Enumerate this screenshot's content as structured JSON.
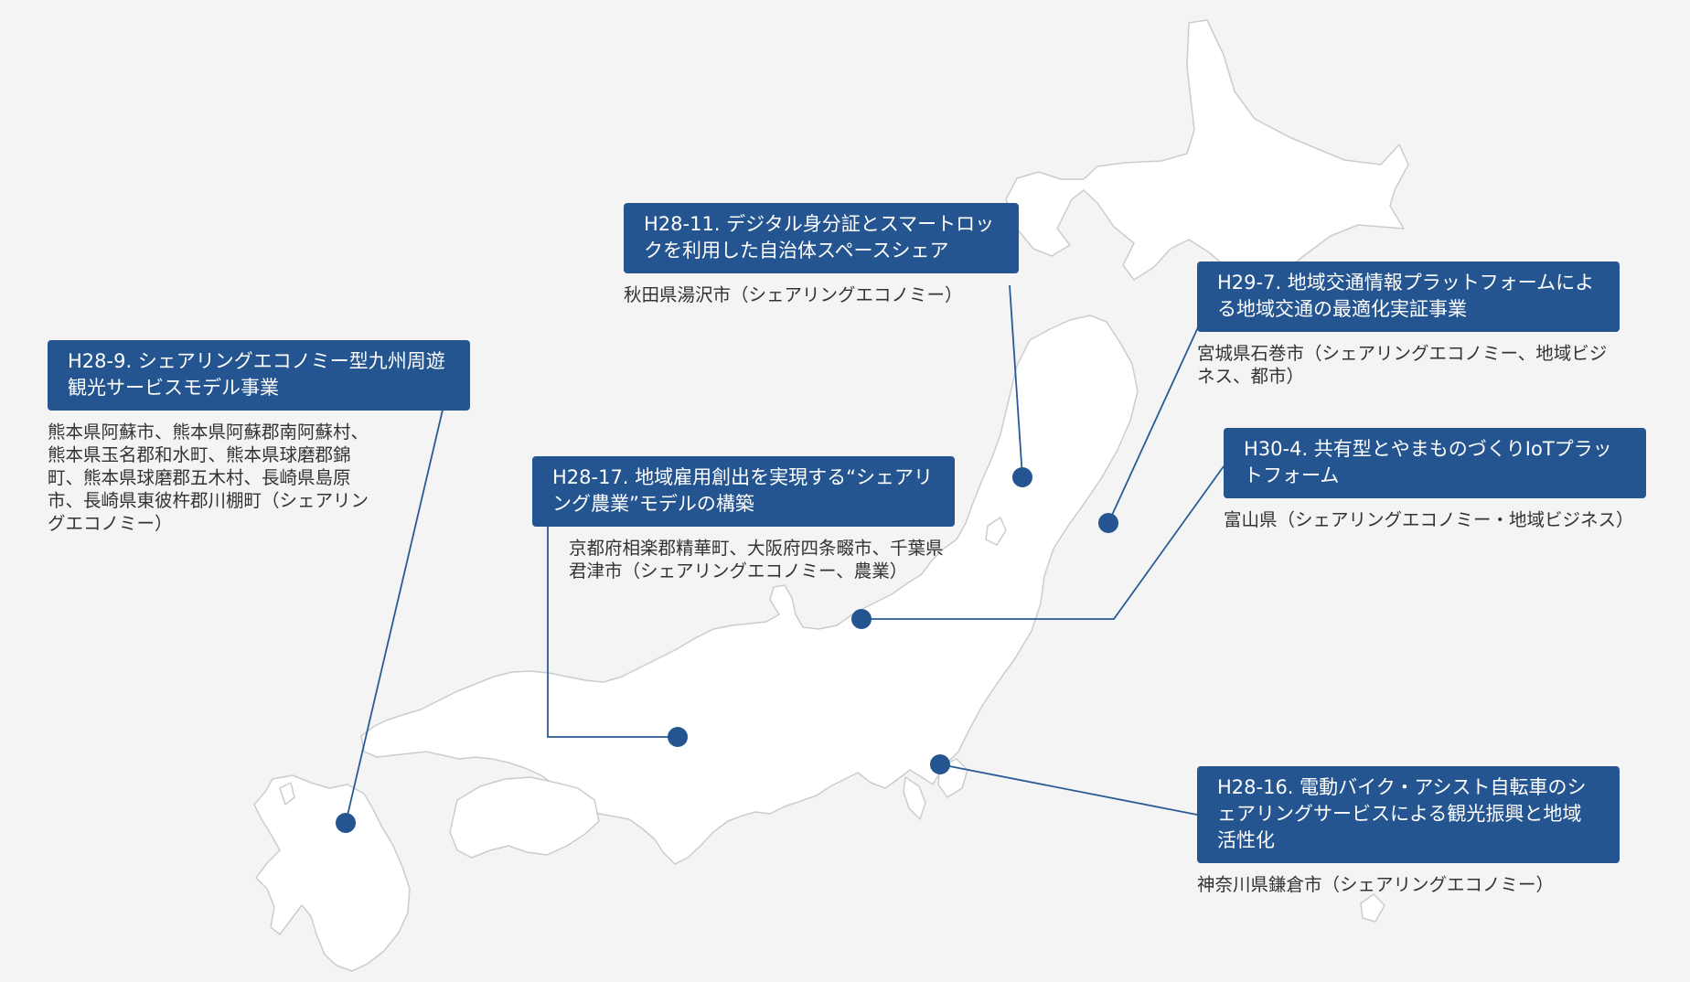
{
  "map": {
    "colors": {
      "background": "#f4f4f4",
      "land": "#ffffff",
      "accent": "#245590",
      "text": "#333333"
    },
    "projects": [
      {
        "id": "c1",
        "title": "H28-9. シェアリングエコノミー型九州周遊観光サービスモデル事業",
        "location": "熊本県阿蘇市、熊本県阿蘇郡南阿蘇村、熊本県玉名郡和水町、熊本県球磨郡錦町、熊本県球磨郡五木村、長崎県島原市、長崎県東彼杵郡川棚町（シェアリングエコノミー）"
      },
      {
        "id": "c2",
        "title": "H28-11. デジタル身分証とスマートロックを利用した自治体スペースシェア",
        "location": "秋田県湯沢市（シェアリングエコノミー）"
      },
      {
        "id": "c3",
        "title": "H28-17. 地域雇用創出を実現する“シェアリング農業”モデルの構築",
        "location": "京都府相楽郡精華町、大阪府四条畷市、千葉県君津市（シェアリングエコノミー、農業）"
      },
      {
        "id": "c4",
        "title": "H29-7. 地域交通情報プラットフォームによる地域交通の最適化実証事業",
        "location": "宮城県石巻市（シェアリングエコノミー、地域ビジネス、都市）"
      },
      {
        "id": "c5",
        "title": "H30-4. 共有型とやまものづくりIoTプラットフォーム",
        "location": "富山県（シェアリングエコノミー・地域ビジネス）"
      },
      {
        "id": "c6",
        "title": "H28-16. 電動バイク・アシスト自転車のシェアリングサービスによる観光振興と地域活性化",
        "location": "神奈川県鎌倉市（シェアリングエコノミー）"
      }
    ]
  }
}
